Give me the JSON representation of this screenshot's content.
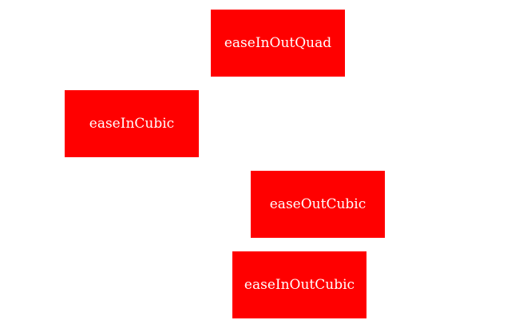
{
  "colors": {
    "box_background": "#ff0000",
    "box_text": "#ffffff",
    "page_background": "#ffffff"
  },
  "boxes": [
    {
      "label": "easeInOutQuad"
    },
    {
      "label": "easeInCubic"
    },
    {
      "label": "easeOutCubic"
    },
    {
      "label": "easeInOutCubic"
    }
  ]
}
